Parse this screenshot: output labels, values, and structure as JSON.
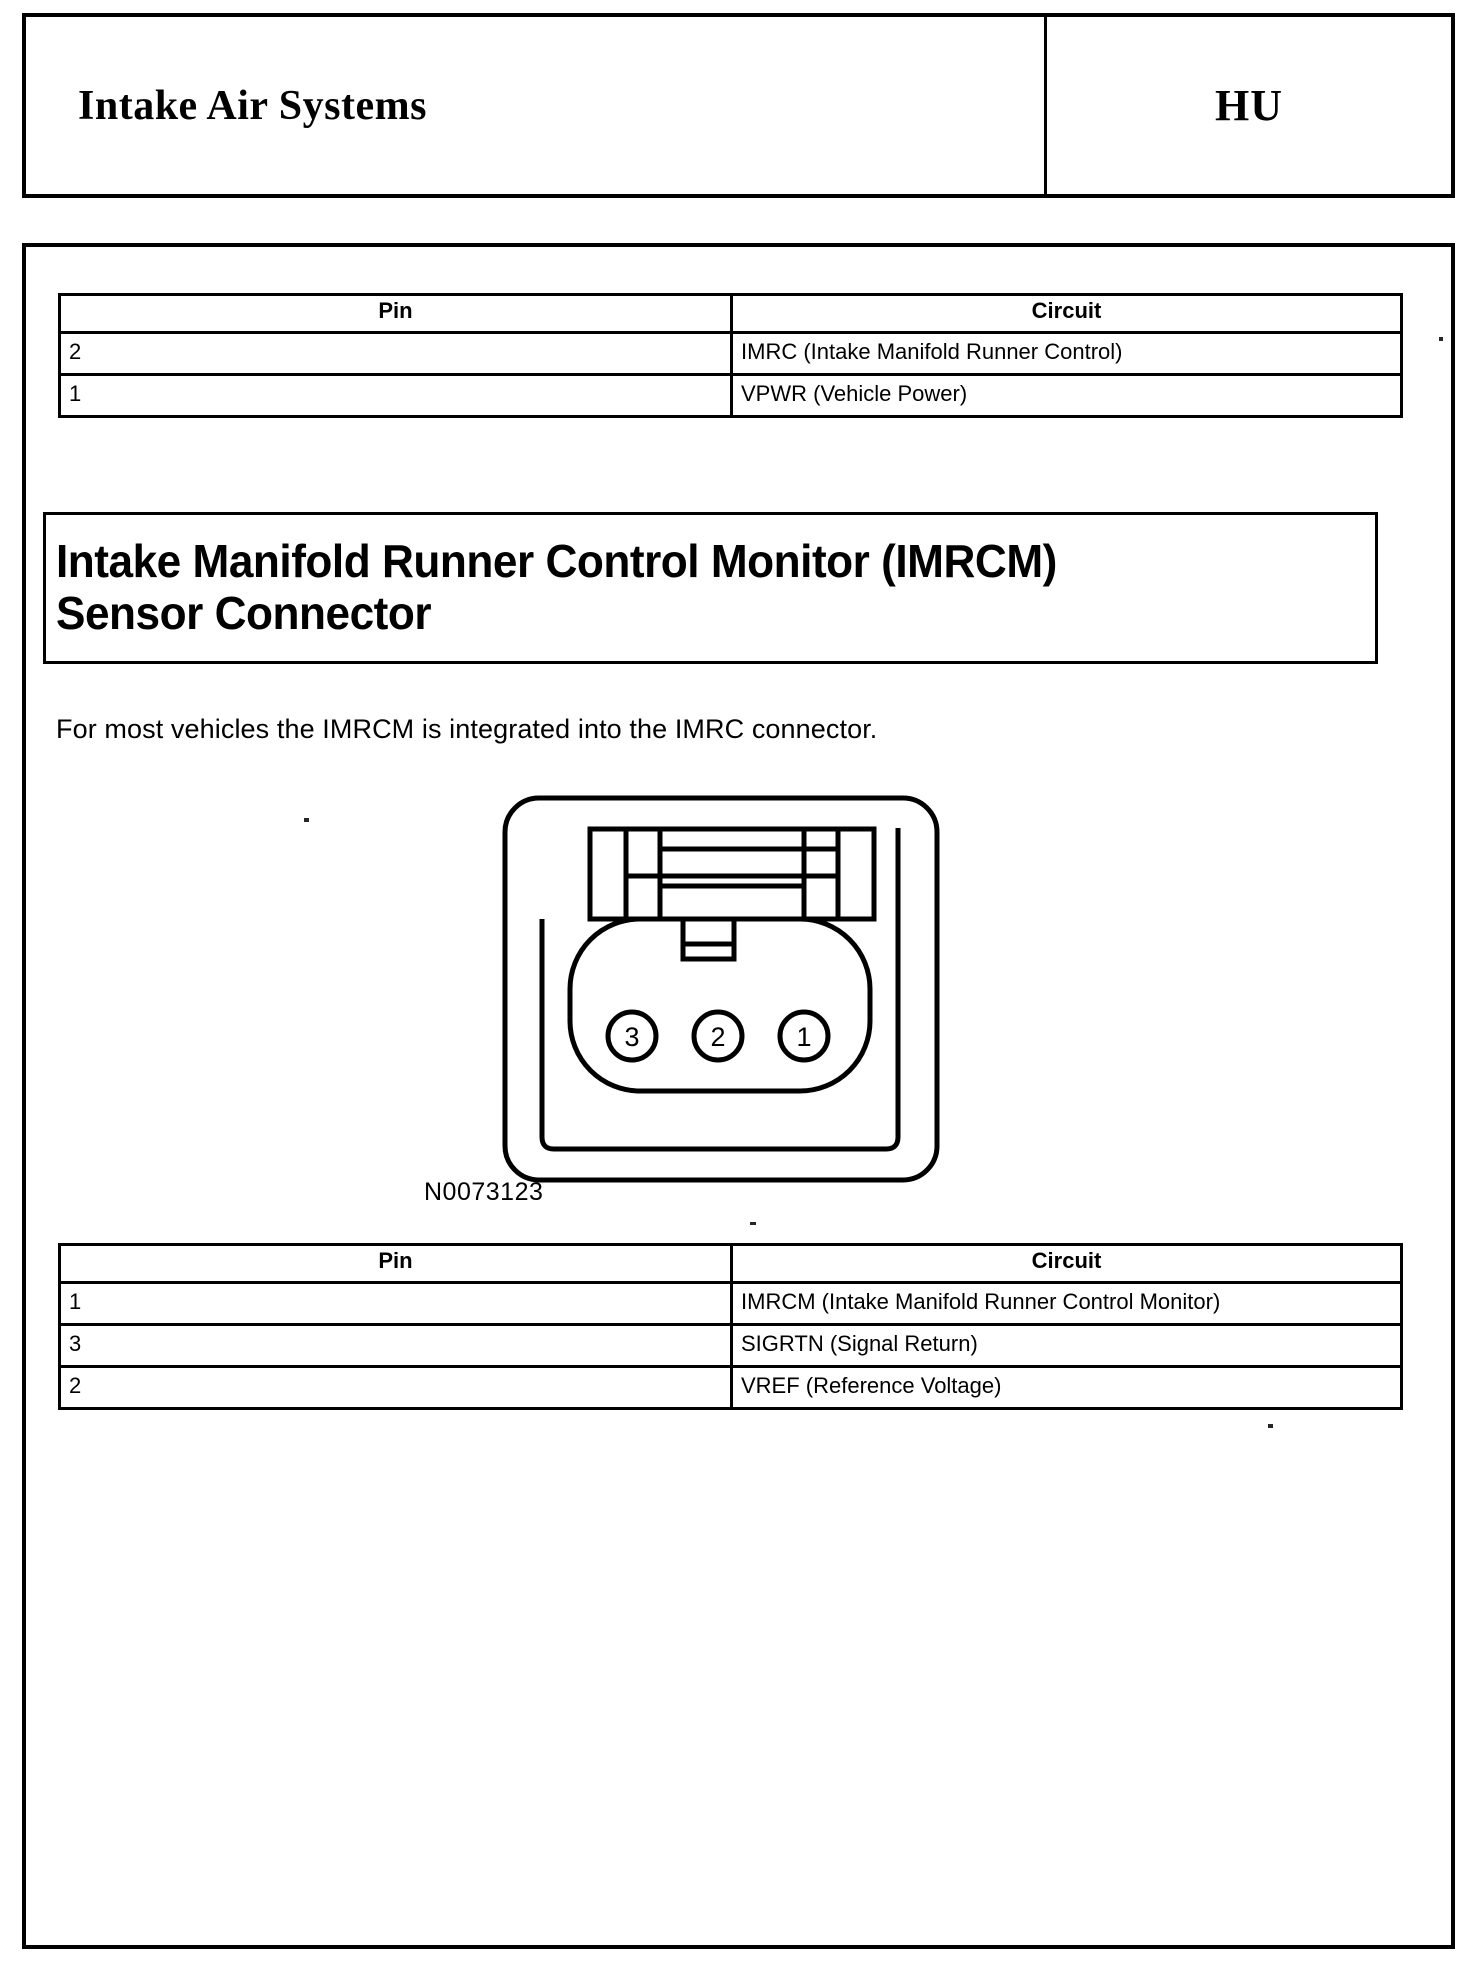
{
  "header": {
    "title": "Intake Air Systems",
    "code": "HU"
  },
  "tables": [
    {
      "id": "imrc-connector-pinout",
      "columns": [
        "Pin",
        "Circuit"
      ],
      "rows": [
        {
          "pin": "2",
          "circuit": "IMRC (Intake Manifold Runner Control)"
        },
        {
          "pin": "1",
          "circuit": "VPWR (Vehicle Power)"
        }
      ]
    },
    {
      "id": "imrcm-sensor-connector-pinout",
      "columns": [
        "Pin",
        "Circuit"
      ],
      "rows": [
        {
          "pin": "1",
          "circuit": "IMRCM (Intake Manifold Runner Control Monitor)"
        },
        {
          "pin": "3",
          "circuit": "SIGRTN (Signal Return)"
        },
        {
          "pin": "2",
          "circuit": "VREF (Reference Voltage)"
        }
      ]
    }
  ],
  "section": {
    "heading_line1": "Intake Manifold Runner Control Monitor (IMRCM)",
    "heading_line2": "Sensor Connector",
    "intro": "For most vehicles the IMRCM is integrated into the IMRC connector."
  },
  "figure": {
    "caption": "N0073123",
    "pin_labels": [
      "3",
      "2",
      "1"
    ],
    "description": "three-cavity connector face view"
  },
  "colors": {
    "ink": "#000000",
    "paper": "#ffffff"
  }
}
